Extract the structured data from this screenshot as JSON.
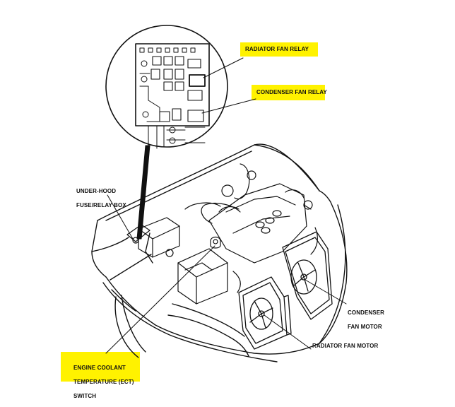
{
  "labels": {
    "radiator_fan_relay": "RADIATOR FAN RELAY",
    "condenser_fan_relay": "CONDENSER FAN RELAY",
    "fuse_box": [
      "UNDER-HOOD",
      "FUSE/RELAY BOX"
    ],
    "condenser_fan_motor": [
      "CONDENSER",
      "FAN MOTOR"
    ],
    "radiator_fan_motor": "RADIATOR FAN MOTOR",
    "ect_switch": [
      "ENGINE COOLANT",
      "TEMPERATURE (ECT)",
      "SWITCH"
    ]
  },
  "colors": {
    "highlight": "#fff200",
    "ink": "#111111"
  }
}
